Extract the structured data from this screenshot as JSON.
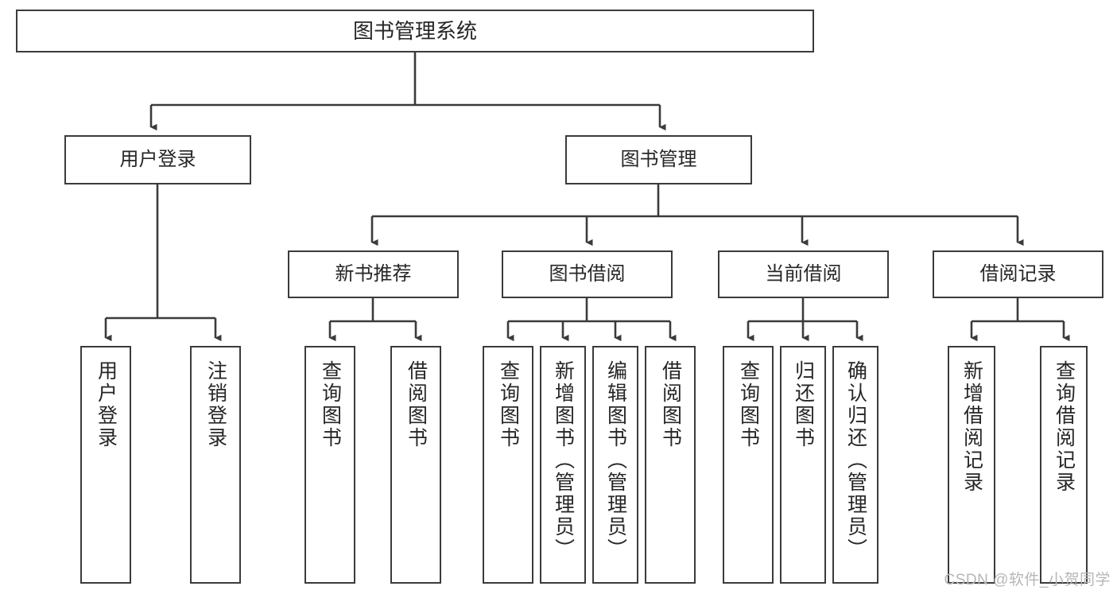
{
  "diagram": {
    "title": "图书管理系统",
    "type": "tree",
    "root": {
      "id": "root",
      "label": "图书管理系统"
    },
    "level2": [
      {
        "id": "user-login",
        "label": "用户登录"
      },
      {
        "id": "book-manage",
        "label": "图书管理"
      }
    ],
    "level3": [
      {
        "id": "new-book-rec",
        "label": "新书推荐"
      },
      {
        "id": "book-borrow",
        "label": "图书借阅"
      },
      {
        "id": "current-borrow",
        "label": "当前借阅"
      },
      {
        "id": "borrow-record",
        "label": "借阅记录"
      }
    ],
    "leaves": [
      {
        "id": "leaf-user-login",
        "label": "用户登录",
        "parent": "user-login"
      },
      {
        "id": "leaf-user-logout",
        "label": "注销登录",
        "parent": "user-login"
      },
      {
        "id": "leaf-query-book-1",
        "label": "查询图书",
        "parent": "new-book-rec"
      },
      {
        "id": "leaf-borrow-book-1",
        "label": "借阅图书",
        "parent": "new-book-rec"
      },
      {
        "id": "leaf-query-book-2",
        "label": "查询图书",
        "parent": "book-borrow"
      },
      {
        "id": "leaf-add-book",
        "label": "新增图书（管理员）",
        "parent": "book-borrow"
      },
      {
        "id": "leaf-edit-book",
        "label": "编辑图书（管理员）",
        "parent": "book-borrow"
      },
      {
        "id": "leaf-borrow-book-2",
        "label": "借阅图书",
        "parent": "book-borrow"
      },
      {
        "id": "leaf-query-book-3",
        "label": "查询图书",
        "parent": "current-borrow"
      },
      {
        "id": "leaf-return-book",
        "label": "归还图书",
        "parent": "current-borrow"
      },
      {
        "id": "leaf-confirm-return",
        "label": "确认归还（管理员）",
        "parent": "current-borrow"
      },
      {
        "id": "leaf-add-record",
        "label": "新增借阅记录",
        "parent": "borrow-record"
      },
      {
        "id": "leaf-query-record",
        "label": "查询借阅记录",
        "parent": "borrow-record"
      }
    ]
  },
  "watermark": {
    "text": "CSDN @软件_小贺同学"
  },
  "colors": {
    "border": "#3b3b3b",
    "text": "#262626",
    "background": "#ffffff",
    "watermark": "#b6b6b6"
  }
}
